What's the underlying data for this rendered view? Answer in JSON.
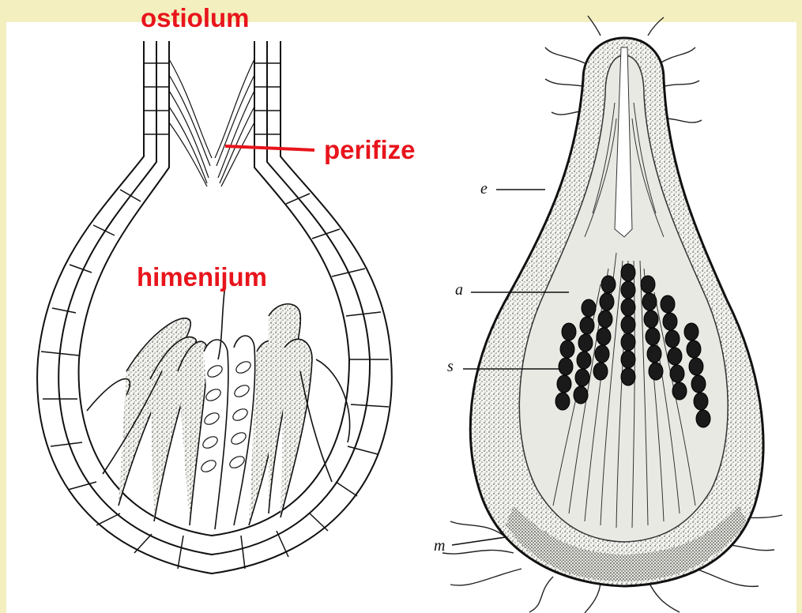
{
  "background": "#f3efbf",
  "label_color": "#e8141c",
  "labels": {
    "ostiolum": "ostiolum",
    "perifize": "perifize",
    "himenijum": "himenijum"
  },
  "figure_letters": {
    "e": "e",
    "a": "a",
    "s": "s",
    "m": "m"
  }
}
